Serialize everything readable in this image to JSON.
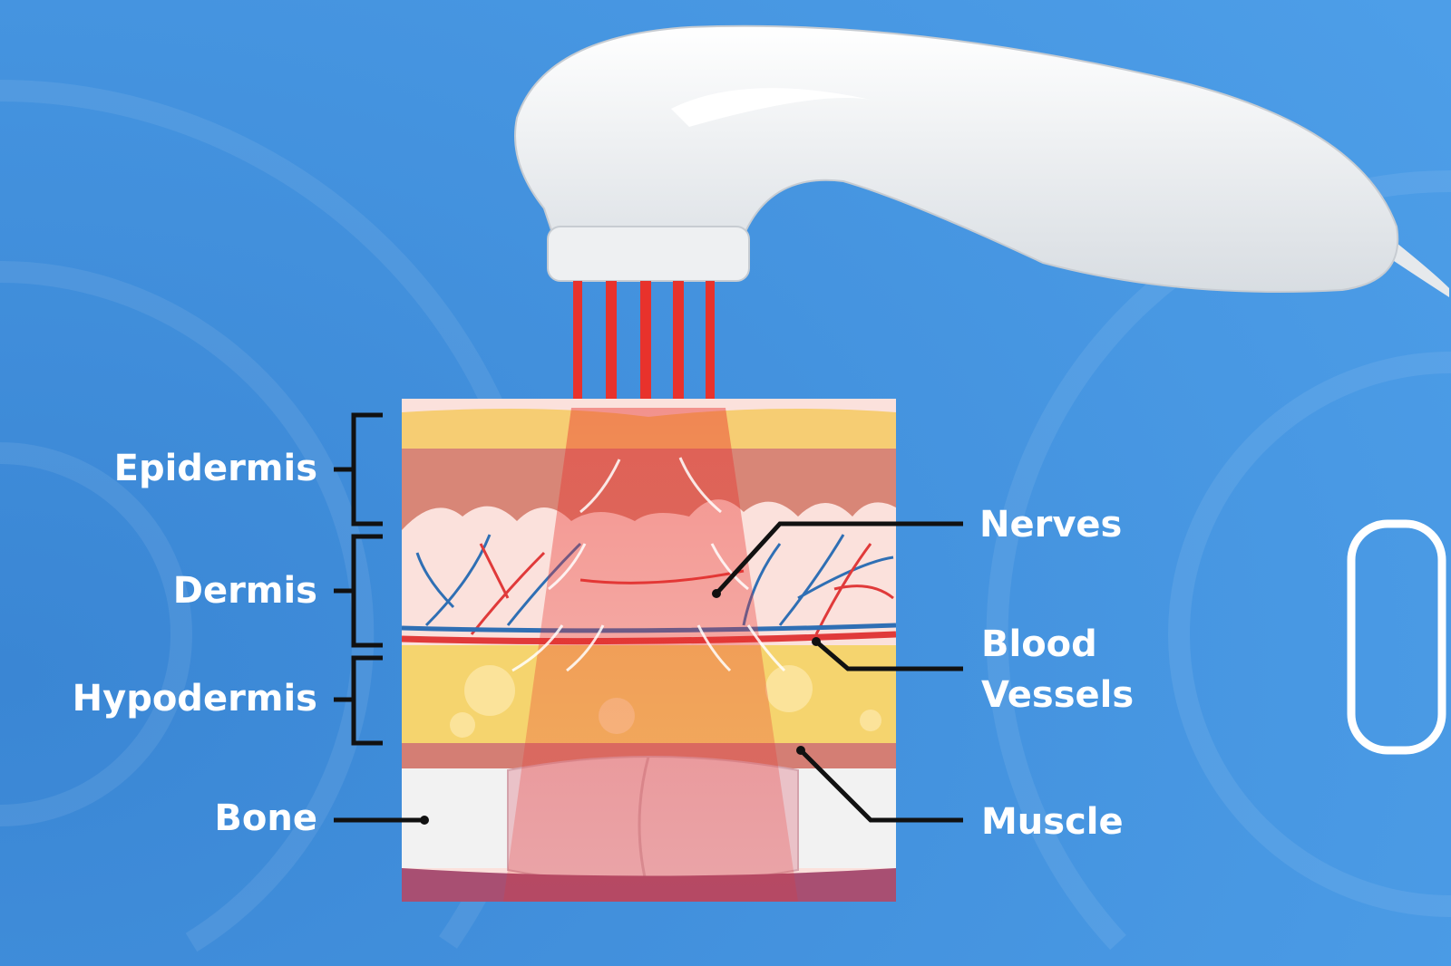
{
  "labels": {
    "left": {
      "epidermis": "Epidermis",
      "dermis": "Dermis",
      "hypodermis": "Hypodermis",
      "bone": "Bone"
    },
    "right": {
      "nerves": "Nerves",
      "blood_vessels_line1": "Blood",
      "blood_vessels_line2": "Vessels",
      "muscle": "Muscle"
    }
  },
  "colors": {
    "background": "#3d8ad8",
    "beam": "#e8322c",
    "epidermis": "#d88677",
    "dermis": "#fbe1dc",
    "hypodermis": "#f5d46e",
    "muscle": "#d47e74",
    "bone": "#f2f2f2"
  }
}
